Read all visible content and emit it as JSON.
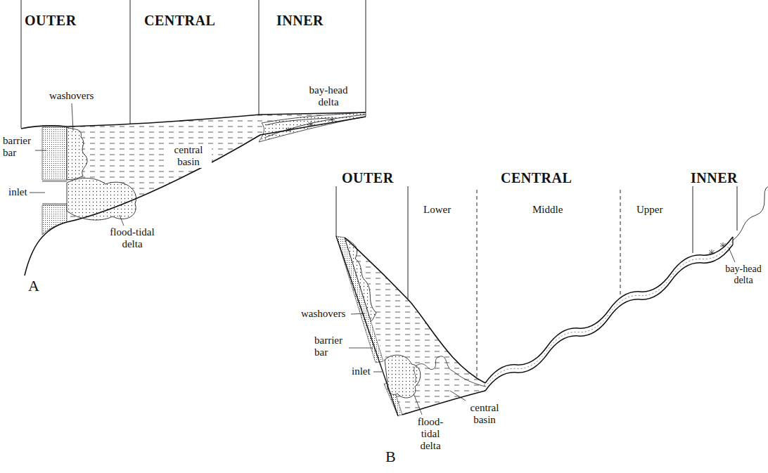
{
  "diagram": {
    "labels": [
      "OUTER",
      "CENTRAL",
      "INNER",
      "washovers",
      "bay-head delta",
      "barrier bar",
      "central basin",
      "inlet",
      "flood-tidal delta",
      "A",
      "OUTER",
      "CENTRAL",
      "INNER",
      "Lower",
      "Middle",
      "Upper",
      "washovers",
      "barrier bar",
      "bay-head delta",
      "inlet",
      "central basin",
      "flood-tidal delta",
      "B"
    ]
  }
}
